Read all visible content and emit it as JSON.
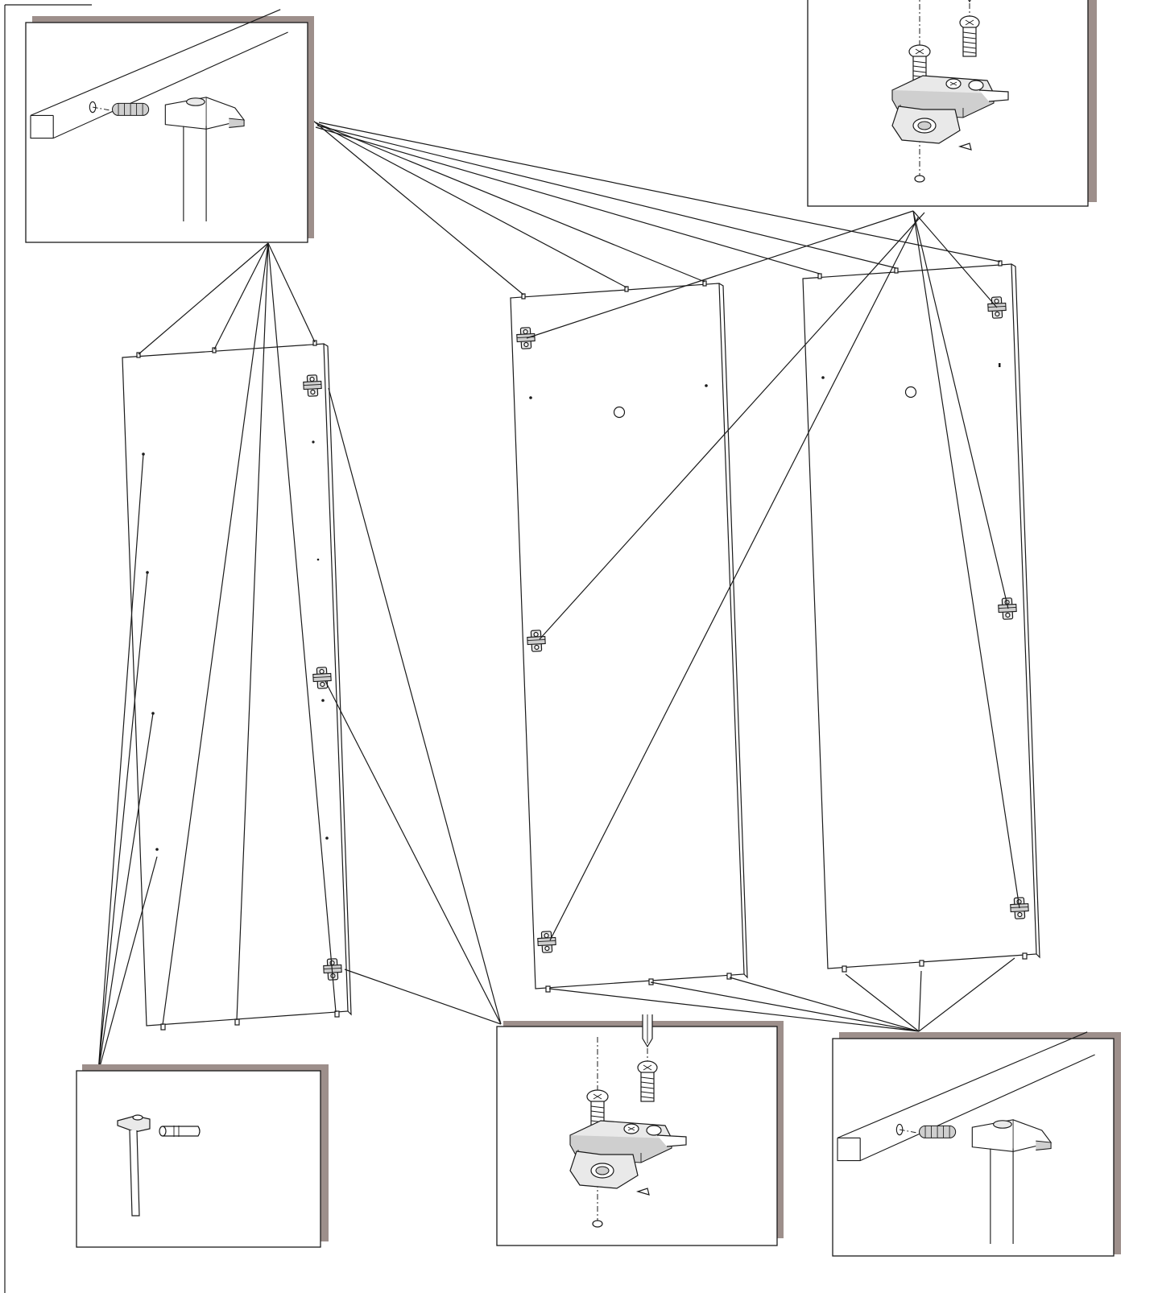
{
  "document": {
    "kind": "assembly-instruction-step",
    "text_labels": []
  },
  "colors": {
    "ink": "#1a1a1a",
    "frame_shadow": "#9d8f8b",
    "background": "#ffffff"
  },
  "detail_insets": [
    {
      "name": "dowel-insertion-with-hammer-top-left",
      "icon": "hammer-icon"
    },
    {
      "name": "hinge-plate-screw-mounting-top-right",
      "icon": "screwdriver-icon"
    },
    {
      "name": "hammer-and-dowel-parts-bottom-left",
      "icon": "hammer-icon"
    },
    {
      "name": "hinge-plate-screw-mounting-bottom-center",
      "icon": "screwdriver-icon"
    },
    {
      "name": "dowel-insertion-with-hammer-bottom-right",
      "icon": "hammer-icon"
    }
  ],
  "panels": [
    {
      "name": "side-panel-left",
      "hinge_plates": 3,
      "top_dowels": 3
    },
    {
      "name": "side-panel-middle",
      "hinge_plates": 3,
      "top_dowels": 3
    },
    {
      "name": "side-panel-right",
      "hinge_plates": 3,
      "top_dowels": 3
    }
  ]
}
